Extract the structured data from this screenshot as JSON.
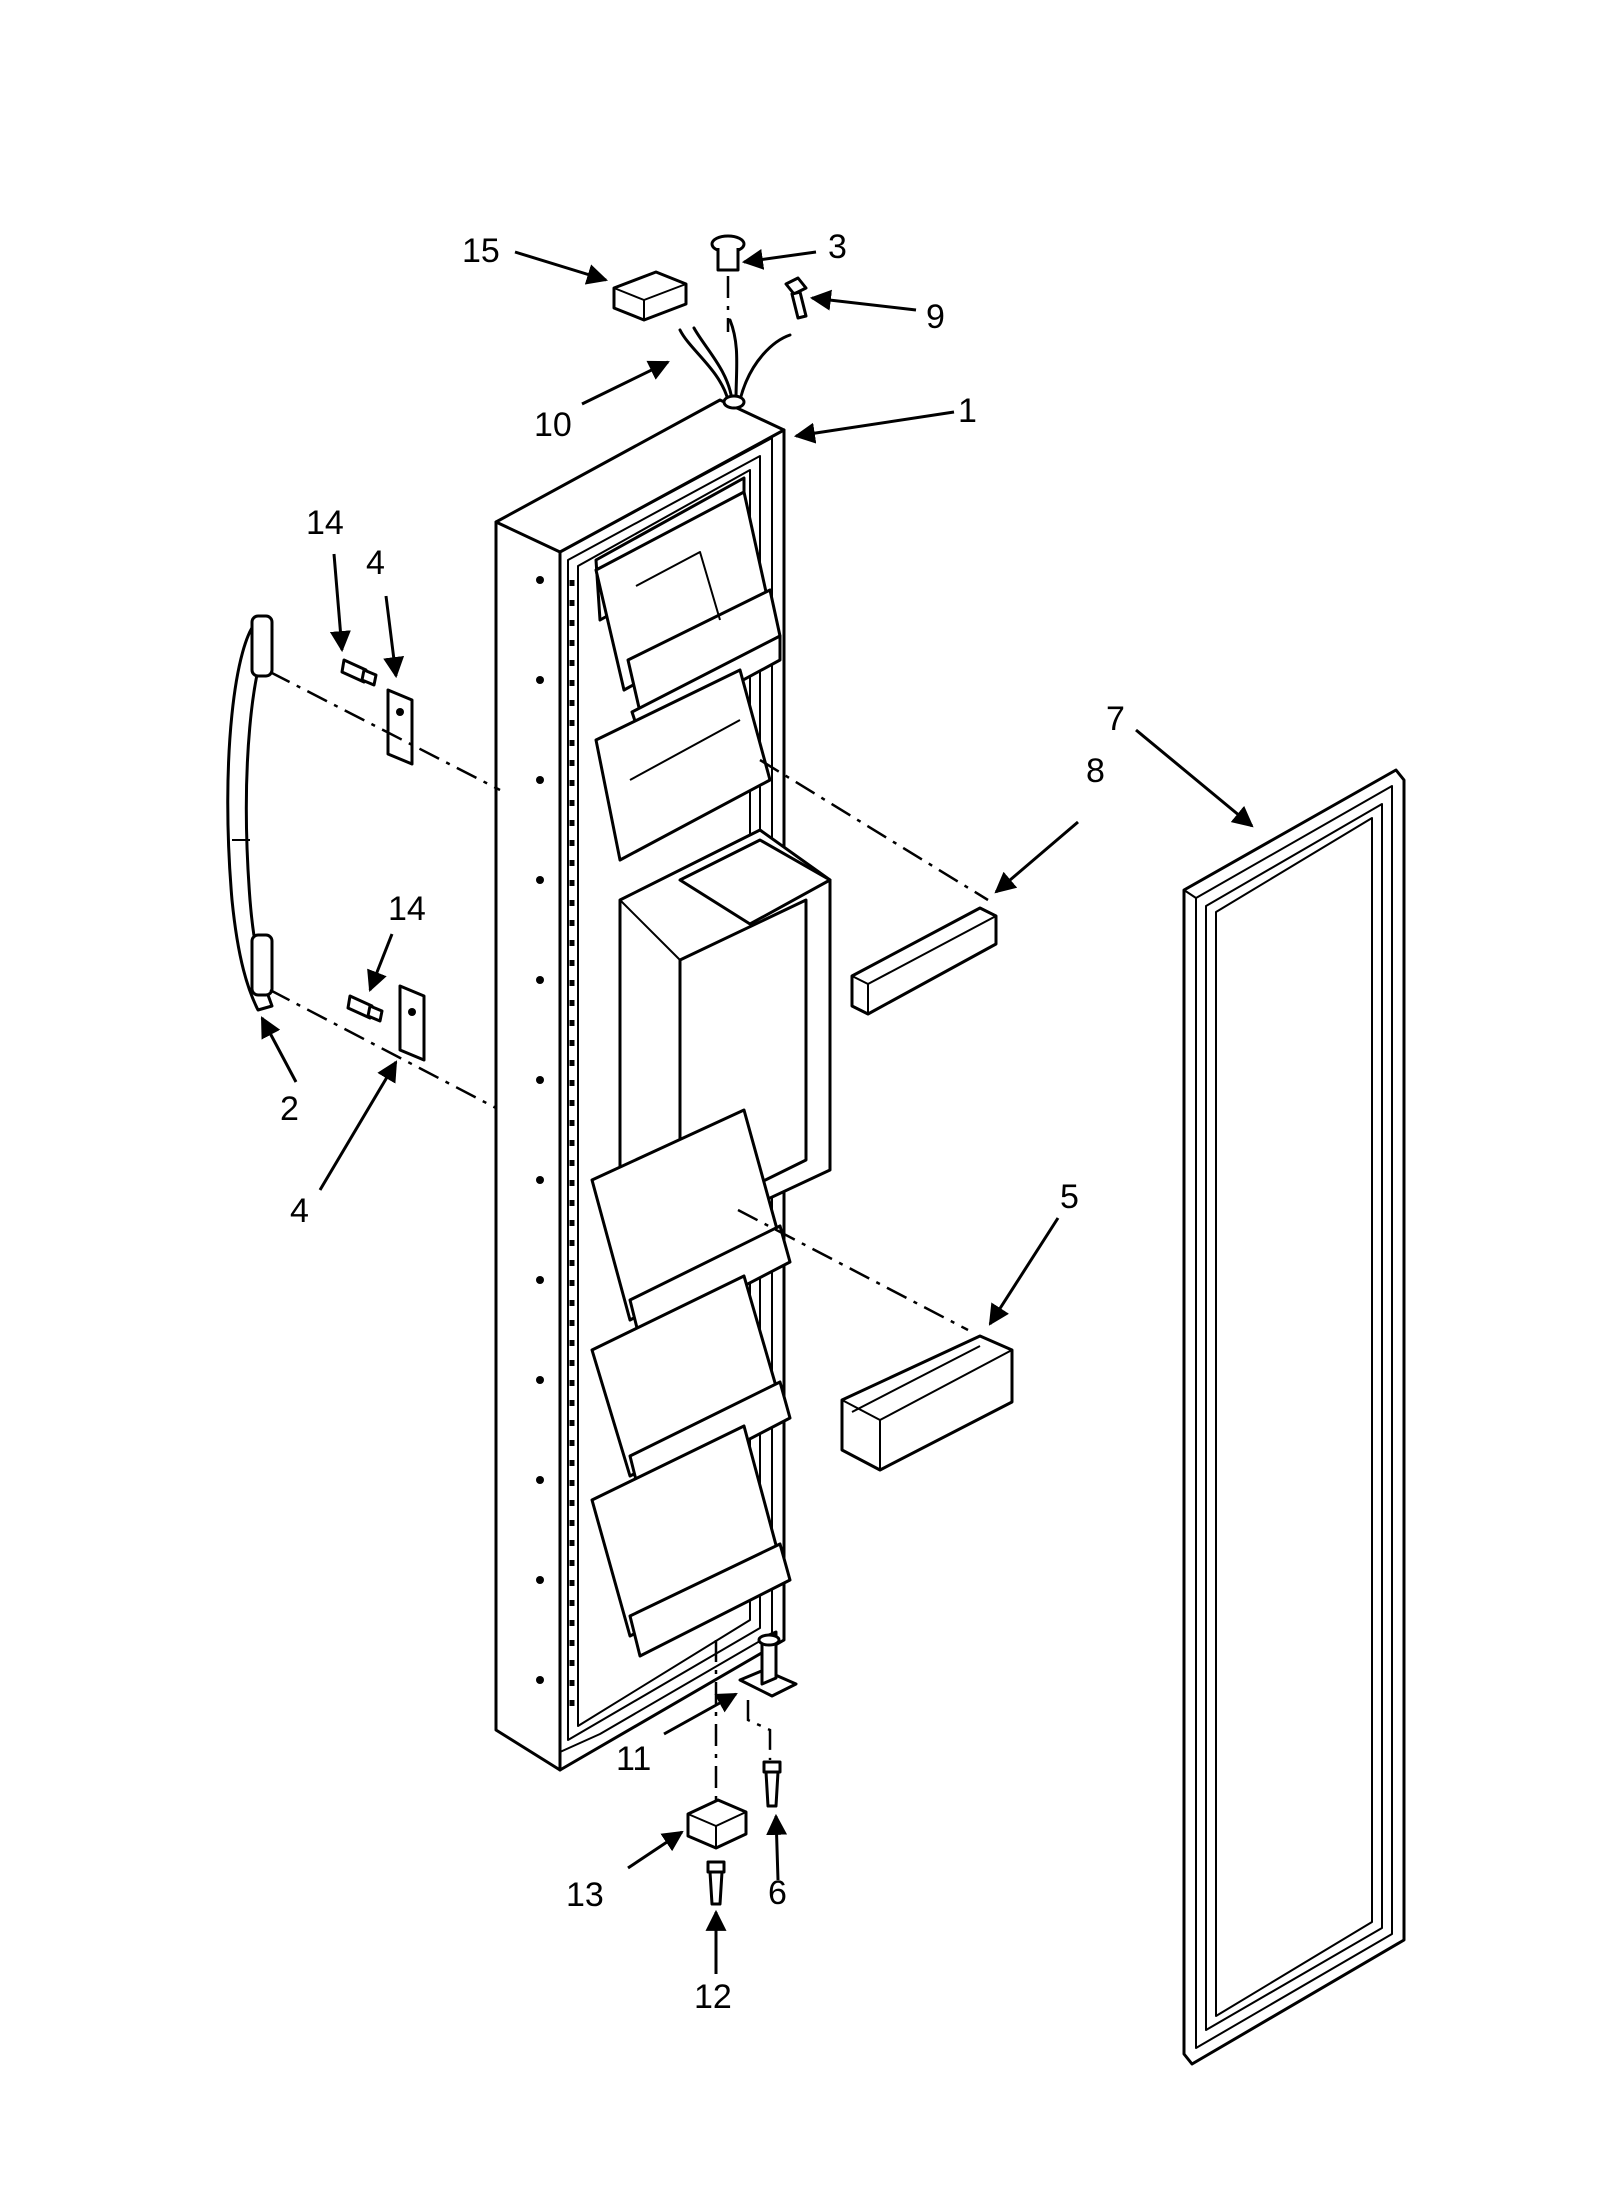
{
  "diagram": {
    "callouts": {
      "c1": "1",
      "c2": "2",
      "c3": "3",
      "c4a": "4",
      "c4b": "4",
      "c5": "5",
      "c6": "6",
      "c7": "7",
      "c8": "8",
      "c9": "9",
      "c10": "10",
      "c11": "11",
      "c12": "12",
      "c13": "13",
      "c14a": "14",
      "c14b": "14",
      "c15": "15"
    },
    "line_color": "#000000",
    "background": "#ffffff"
  }
}
